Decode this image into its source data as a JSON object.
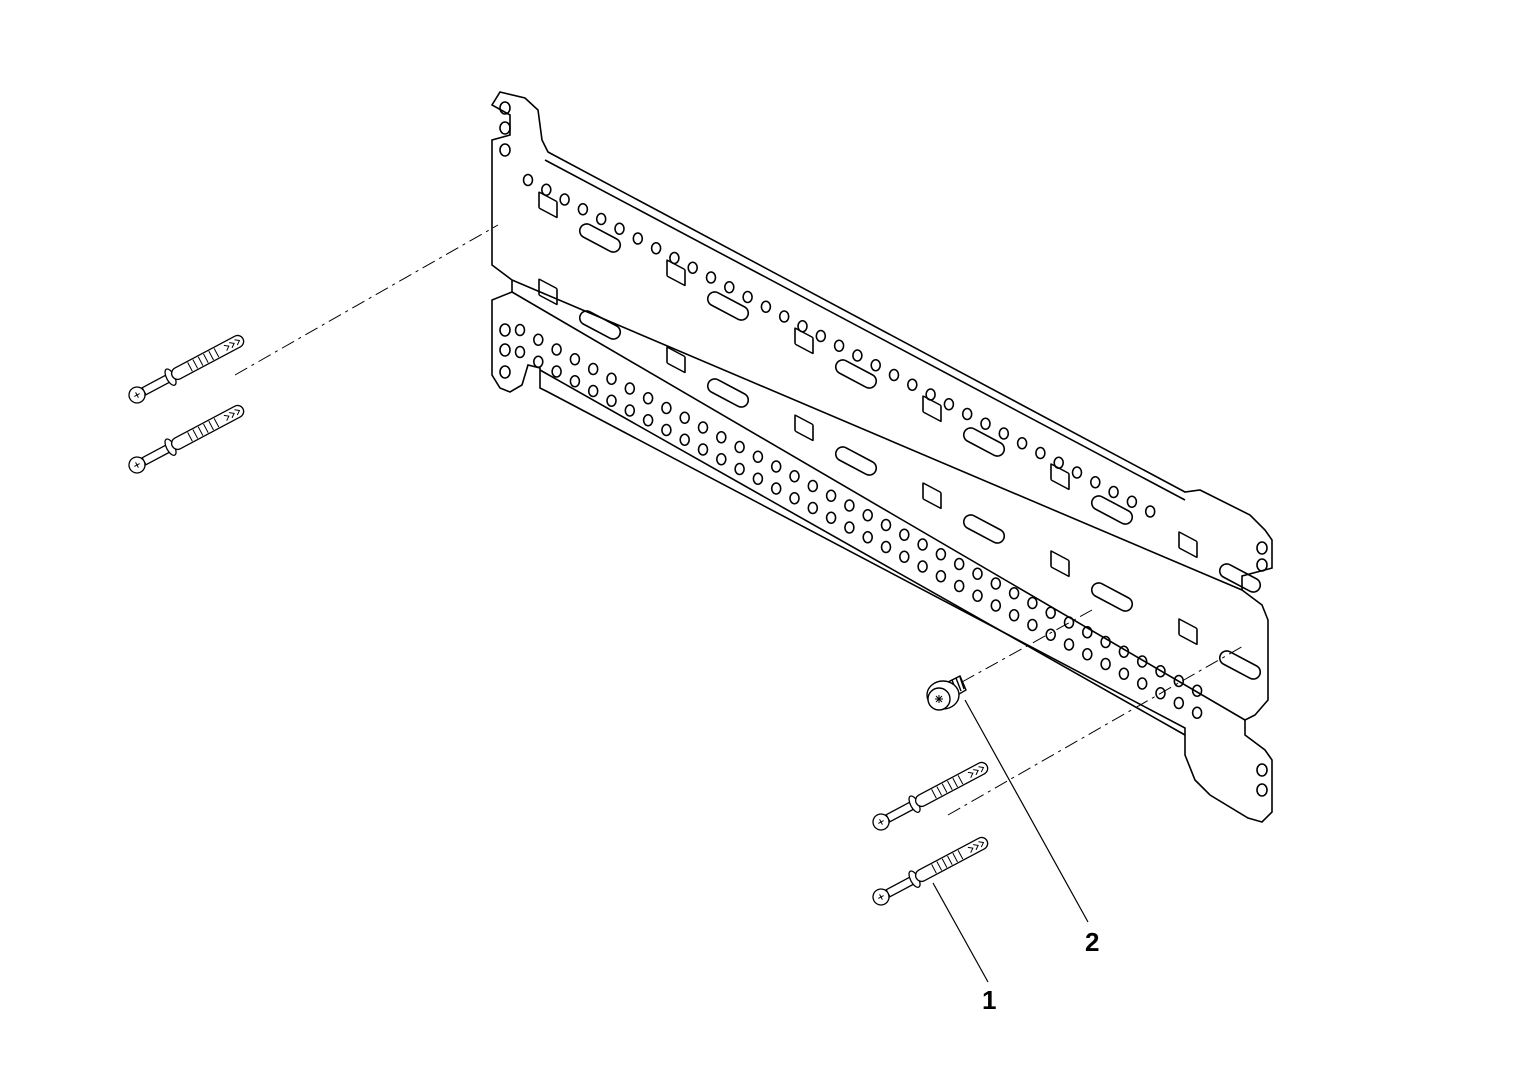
{
  "diagram": {
    "colors": {
      "line": "#000000",
      "background": "#ffffff"
    },
    "parts": [
      {
        "callout": "1",
        "name": "anchor-screw-with-plug",
        "quantity_shown": 4
      },
      {
        "callout": "2",
        "name": "torx-screw-with-washer",
        "quantity_shown": 1
      }
    ],
    "components": [
      "wall-mounting-plate"
    ]
  }
}
